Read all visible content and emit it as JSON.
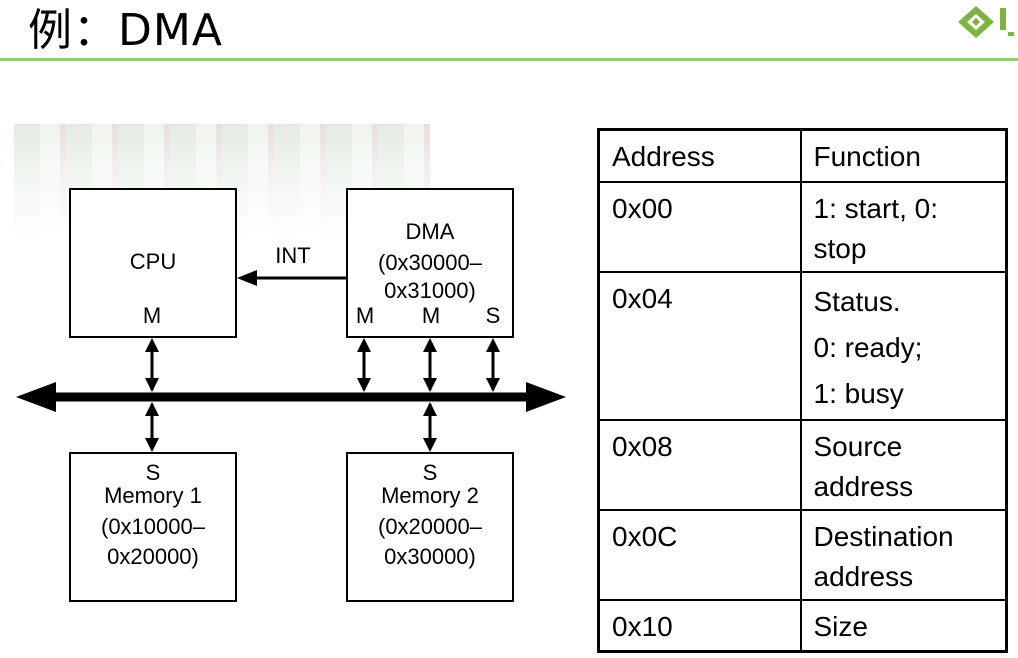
{
  "slide": {
    "title": "例：DMA"
  },
  "diagram": {
    "cpu": {
      "name": "CPU",
      "port": "M"
    },
    "int_label": "INT",
    "dma": {
      "name": "DMA",
      "range_line1": "(0x30000–",
      "range_line2": "0x31000)",
      "port1": "M",
      "port2": "M",
      "port3": "S"
    },
    "memory1": {
      "port": "S",
      "name": "Memory 1",
      "range_line1": "(0x10000–",
      "range_line2": "0x20000)"
    },
    "memory2": {
      "port": "S",
      "name": "Memory 2",
      "range_line1": "(0x20000–",
      "range_line2": "0x30000)"
    }
  },
  "register_table": {
    "headers": [
      "Address",
      "Function"
    ],
    "rows": [
      {
        "address": "0x00",
        "function": [
          "1: start, 0:",
          "stop"
        ]
      },
      {
        "address": "0x04",
        "function": [
          "Status.",
          "0: ready;",
          "1: busy"
        ]
      },
      {
        "address": "0x08",
        "function": [
          "Source",
          "address"
        ]
      },
      {
        "address": "0x0C",
        "function": [
          "Destination",
          "address"
        ]
      },
      {
        "address": "0x10",
        "function": [
          "Size"
        ]
      }
    ]
  }
}
